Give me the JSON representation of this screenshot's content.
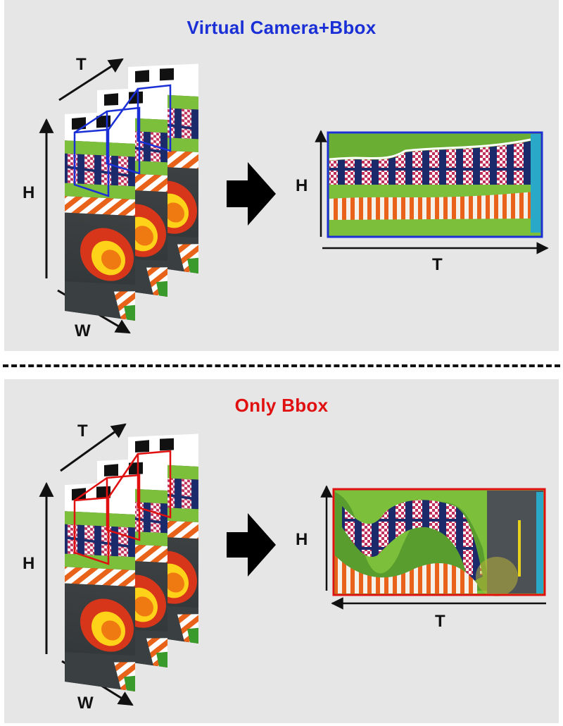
{
  "panels": {
    "top": {
      "title": "Virtual Camera+Bbox",
      "title_color": "#1a2fd6",
      "box_color": "#1a2fd6",
      "stack_labels": {
        "t": "T",
        "h": "H",
        "w": "W"
      },
      "result_labels": {
        "h": "H",
        "t": "T"
      },
      "result_time_direction": "left-to-right"
    },
    "bottom": {
      "title": "Only Bbox",
      "title_color": "#e01010",
      "box_color": "#e01010",
      "stack_labels": {
        "t": "T",
        "h": "H",
        "w": "W"
      },
      "result_labels": {
        "h": "H",
        "t": "T"
      },
      "result_time_direction": "right-to-left"
    }
  },
  "separator": "dashed",
  "icons": [
    "arrow-right-icon"
  ]
}
